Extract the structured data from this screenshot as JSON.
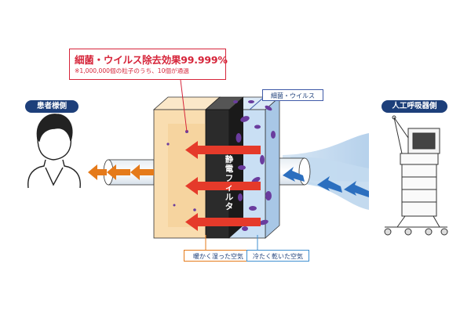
{
  "callout": {
    "title": "細菌・ウイルス除去効果99.999%",
    "note": "※1,000,000個の粒子のうち、10個が通過"
  },
  "labels": {
    "patient_side": "患者様側",
    "ventilator_side": "人工呼吸器側",
    "bacteria_virus": "細菌・ウイルス",
    "electrostatic_filter": "静電フィルタ",
    "warm_moist_air": "暖かく湿った空気",
    "cool_dry_air": "冷たく乾いた空気"
  },
  "colors": {
    "callout_red": "#d6253a",
    "pill_navy": "#1d3f7a",
    "warm_block": "#f9ddb0",
    "cool_block": "#c9dff4",
    "filter_dark": "#2b2b2b",
    "arrow_red": "#e53a2a",
    "arrow_orange": "#e57a1a",
    "arrow_blue": "#2c6fbf",
    "particle_purple": "#6a3c9e"
  }
}
